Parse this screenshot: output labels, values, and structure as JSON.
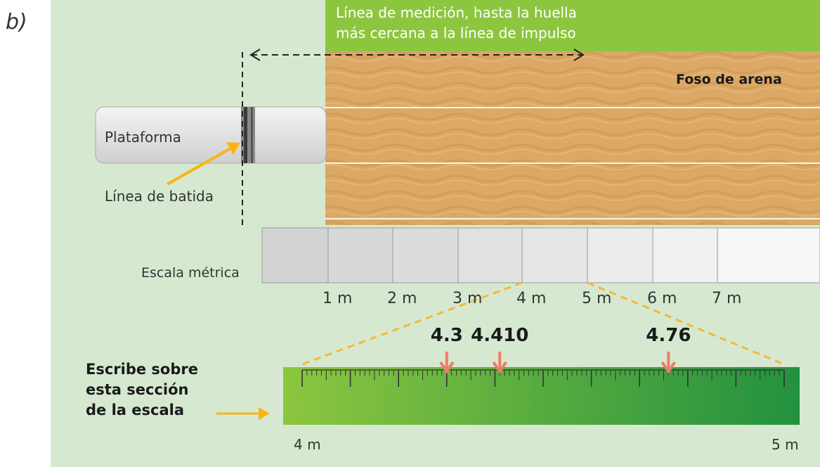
{
  "part_label": "b)",
  "measurement_line_label": [
    "Línea de medición, hasta la huella",
    "más cercana a la línea de impulso"
  ],
  "sand_pit_label": "Foso de arena",
  "platform_label": "Plataforma",
  "takeoff_line_label": "Línea de batida",
  "metric_scale_label": "Escala métrica",
  "scale_marks": [
    "1 m",
    "2 m",
    "3 m",
    "4 m",
    "5 m",
    "6 m",
    "7 m"
  ],
  "zoom": {
    "instruction": [
      "Escribe sobre",
      "esta sección",
      "de la escala"
    ],
    "start_label": "4 m",
    "end_label": "5 m",
    "start_value": 4,
    "end_value": 5,
    "marked_values": [
      {
        "value": 4.3,
        "label": "4.3"
      },
      {
        "value": 4.41,
        "label": "4.410"
      },
      {
        "value": 4.76,
        "label": "4.76"
      }
    ]
  },
  "colors": {
    "background": "#d6e9d0",
    "top_banner": "#8cc63f",
    "sand": "#dca865",
    "ruler_start": "#8cc63f",
    "ruler_end": "#22913f",
    "pointer_arrow": "#fbb416",
    "value_arrow": "#ee7d64",
    "zoom_guides": "#f6b73c"
  }
}
